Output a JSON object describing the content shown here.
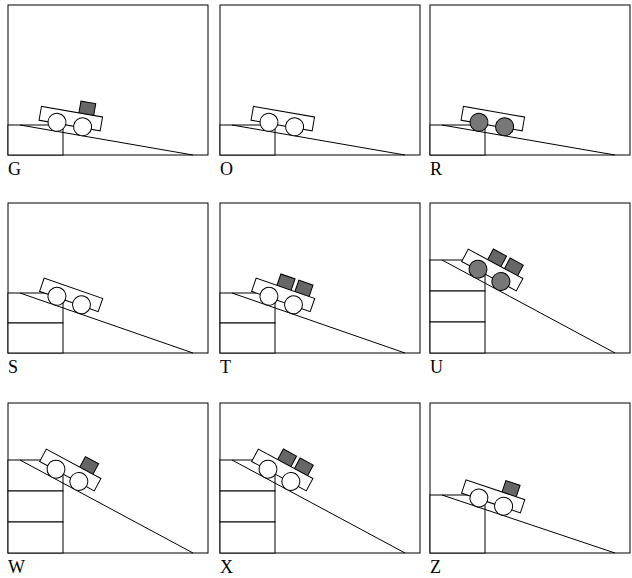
{
  "diagram": {
    "labels": [
      "G",
      "O",
      "R",
      "S",
      "T",
      "U",
      "W",
      "X",
      "Z"
    ]
  }
}
